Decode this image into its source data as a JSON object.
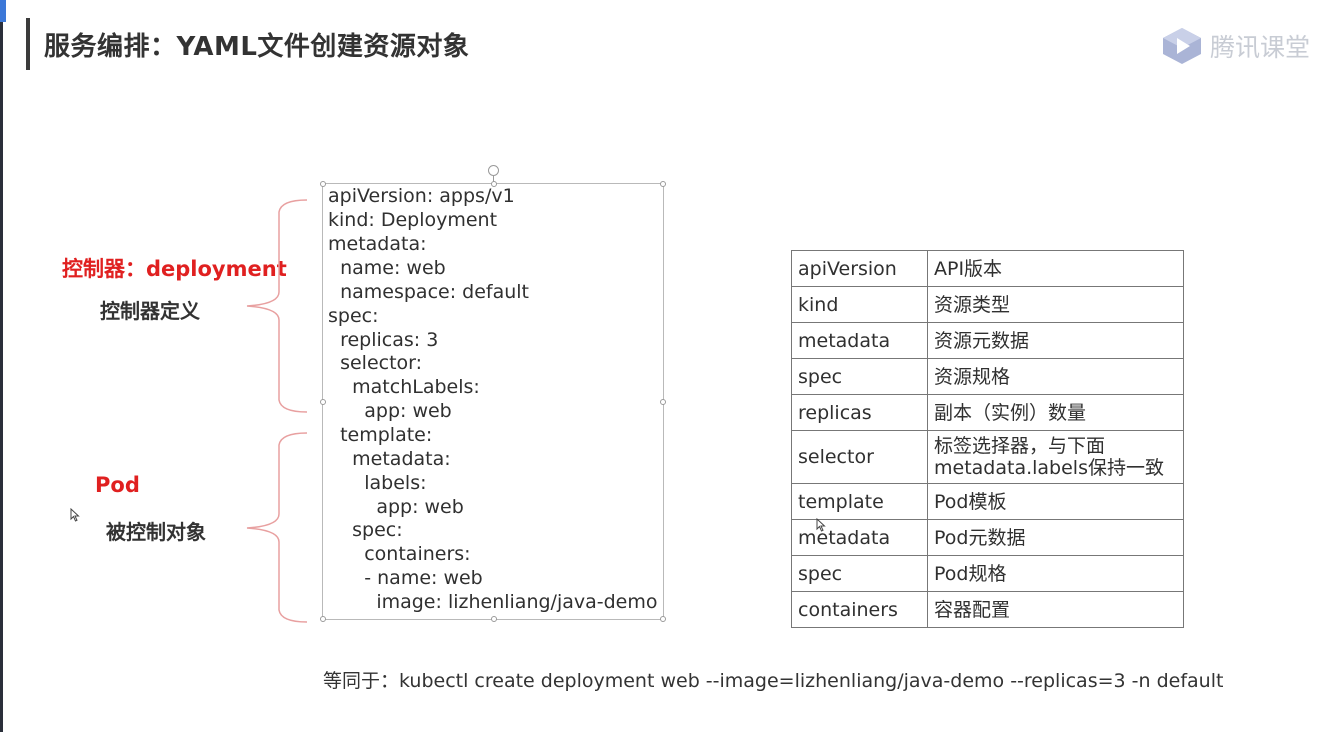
{
  "window": {
    "accent_color": "#3c78d8"
  },
  "header": {
    "title": "服务编排：YAML文件创建资源对象",
    "logo_text": "腾讯课堂",
    "logo_icon": "play-triangle-icon"
  },
  "annotations": {
    "controller_red": "控制器：deployment",
    "controller_desc": "控制器定义",
    "pod_red": "Pod",
    "pod_desc": "被控制对象"
  },
  "yaml_lines": [
    "apiVersion: apps/v1",
    "kind: Deployment",
    "metadata:",
    "  name: web",
    "  namespace: default",
    "spec:",
    "  replicas: 3",
    "  selector:",
    "    matchLabels:",
    "      app: web",
    "  template:",
    "    metadata:",
    "      labels:",
    "        app: web",
    "    spec:",
    "      containers:",
    "      - name: web",
    "        image: lizhenliang/java-demo"
  ],
  "reference_table": {
    "rows": [
      {
        "key": "apiVersion",
        "desc": "API版本"
      },
      {
        "key": "kind",
        "desc": "资源类型"
      },
      {
        "key": "metadata",
        "desc": "资源元数据"
      },
      {
        "key": "spec",
        "desc": "资源规格"
      },
      {
        "key": "replicas",
        "desc": "副本（实例）数量"
      },
      {
        "key": "selector",
        "desc": "标签选择器，与下面 metadata.labels保持一致"
      },
      {
        "key": "template",
        "desc": "Pod模板"
      },
      {
        "key": "metadata",
        "desc": "Pod元数据"
      },
      {
        "key": "spec",
        "desc": "Pod规格"
      },
      {
        "key": "containers",
        "desc": "容器配置"
      }
    ]
  },
  "equivalent_command": "等同于：kubectl create deployment web --image=lizhenliang/java-demo --replicas=3 -n default",
  "colors": {
    "red_label": "#e02020",
    "title_text": "#333333",
    "border": "#777777"
  }
}
